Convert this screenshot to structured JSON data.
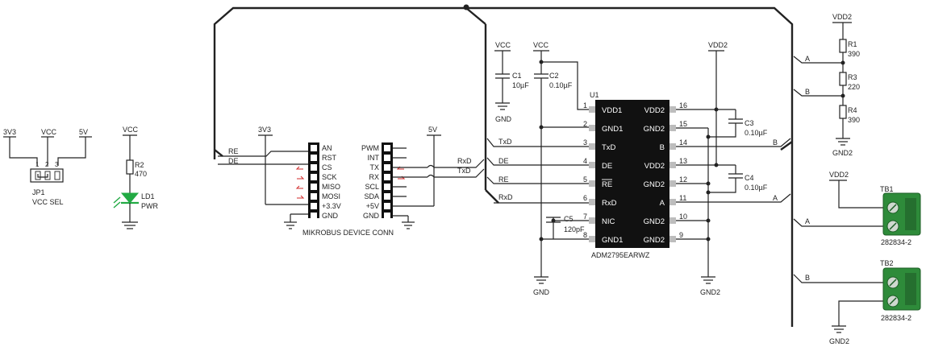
{
  "nets": {
    "vcc": "VCC",
    "vdd2": "VDD2",
    "v3v3": "3V3",
    "v5": "5V",
    "gnd": "GND",
    "gnd2": "GND2",
    "re": "RE",
    "de": "DE",
    "txd": "TxD",
    "rxd": "RxD",
    "a": "A",
    "b": "B"
  },
  "jumper": {
    "ref": "JP1",
    "name": "VCC SEL",
    "pins": [
      "1",
      "2",
      "3"
    ]
  },
  "led": {
    "r_ref": "R2",
    "r_val": "470",
    "ref": "LD1",
    "val": "PWR",
    "color": "#22aa44"
  },
  "caps": {
    "c1": {
      "ref": "C1",
      "val": "10µF"
    },
    "c2": {
      "ref": "C2",
      "val": "0.10µF"
    },
    "c3": {
      "ref": "C3",
      "val": "0.10µF"
    },
    "c4": {
      "ref": "C4",
      "val": "0.10µF"
    },
    "c5": {
      "ref": "C5",
      "val": "120pF"
    }
  },
  "resistors": {
    "r1": {
      "ref": "R1",
      "val": "390"
    },
    "r3": {
      "ref": "R3",
      "val": "220"
    },
    "r4": {
      "ref": "R4",
      "val": "390"
    }
  },
  "mikrobus": {
    "title": "MIKROBUS DEVICE CONN",
    "left_pins": [
      "AN",
      "RST",
      "CS",
      "SCK",
      "MISO",
      "MOSI",
      "+3.3V",
      "GND"
    ],
    "right_pins": [
      "PWM",
      "INT",
      "TX",
      "RX",
      "SCL",
      "SDA",
      "+5V",
      "GND"
    ],
    "arrow_color": "#d12a2a"
  },
  "ic": {
    "ref": "U1",
    "part": "ADM2795EARWZ",
    "left_pins": [
      {
        "num": "1",
        "name": "VDD1"
      },
      {
        "num": "2",
        "name": "GND1"
      },
      {
        "num": "3",
        "name": "TxD"
      },
      {
        "num": "4",
        "name": "DE"
      },
      {
        "num": "5",
        "name": "RE"
      },
      {
        "num": "6",
        "name": "RxD"
      },
      {
        "num": "7",
        "name": "NIC"
      },
      {
        "num": "8",
        "name": "GND1"
      }
    ],
    "right_pins": [
      {
        "num": "16",
        "name": "VDD2"
      },
      {
        "num": "15",
        "name": "GND2"
      },
      {
        "num": "14",
        "name": "B"
      },
      {
        "num": "13",
        "name": "VDD2"
      },
      {
        "num": "12",
        "name": "GND2"
      },
      {
        "num": "11",
        "name": "A"
      },
      {
        "num": "10",
        "name": "GND2"
      },
      {
        "num": "9",
        "name": "GND2"
      }
    ]
  },
  "terminals": {
    "tb1": {
      "ref": "TB1",
      "part": "282834-2"
    },
    "tb2": {
      "ref": "TB2",
      "part": "282834-2"
    },
    "color": "#2e8b3a"
  }
}
